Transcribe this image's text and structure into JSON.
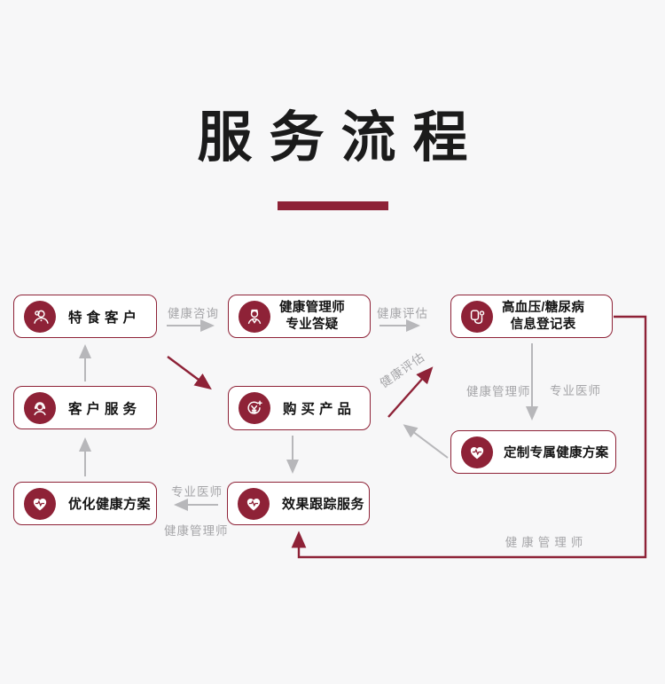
{
  "title": "服务流程",
  "nodes": [
    {
      "label": "特食客户"
    },
    {
      "line1": "健康管理师",
      "line2": "专业答疑"
    },
    {
      "line1": "高血压/糖尿病",
      "line2": "信息登记表"
    },
    {
      "label": "客户服务"
    },
    {
      "label": "购买产品"
    },
    {
      "label": "定制专属健康方案"
    },
    {
      "label": "优化健康方案"
    },
    {
      "label": "效果跟踪服务"
    }
  ],
  "edge_labels": {
    "health_consult": "健康咨询",
    "health_assess_top": "健康评估",
    "health_assess_diagonal": "健康评估",
    "health_manager_mid": "健康管理师",
    "pro_doctor_mid": "专业医师",
    "pro_doctor_bottom": "专业医师",
    "health_manager_bottom": "健康管理师",
    "health_manager_far": "健康管理师"
  },
  "colors": {
    "accent": "#8E2237",
    "gray_line": "#b7b7ba",
    "gray_label": "#a5a5a8",
    "background": "#f7f7f8",
    "node_background": "#ffffff",
    "text": "#141414"
  }
}
